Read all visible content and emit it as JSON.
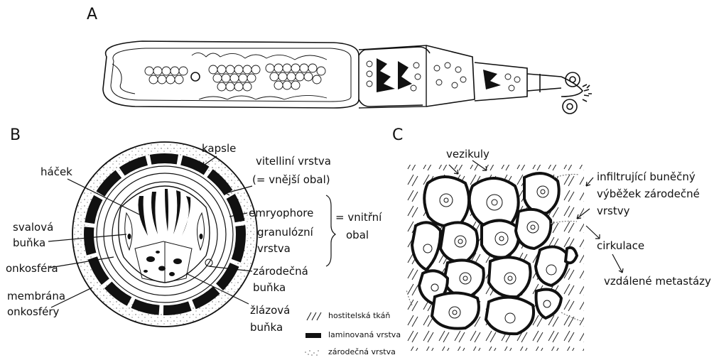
{
  "panels": {
    "a": "A",
    "b": "B",
    "c": "C"
  },
  "panel_b": {
    "kapsle": "kapsle",
    "vitelline_1": "vitelliní vrstva",
    "vitelline_2": "(= vnější obal)",
    "hacek": "háček",
    "svalova_1": "svalová",
    "svalova_2": "buňka",
    "onkosfera": "onkosféra",
    "membrana_1": "membrána",
    "membrana_2": "onkosféry",
    "emryophore": "emryophore",
    "granulozni_1": "granulózní",
    "granulozni_2": "vrstva",
    "vnitrni_1": "= vnitřní",
    "vnitrni_2": "obal",
    "zarodecna_1": "zárodečná",
    "zarodecna_2": "buňka",
    "zlazova_1": "žlázová",
    "zlazova_2": "buňka"
  },
  "legend": {
    "host": "hostitelská tkáň",
    "laminated": "laminovaná vrstva",
    "germinal": "zárodečná vrstva"
  },
  "panel_c": {
    "vezikuly": "vezikuly",
    "infiltr_1": "infiltrující buněčný",
    "infiltr_2": "výběžek zárodečné",
    "infiltr_3": "vrstvy",
    "cirkulace": "cirkulace",
    "metastazy": "vzdálené metastázy"
  }
}
